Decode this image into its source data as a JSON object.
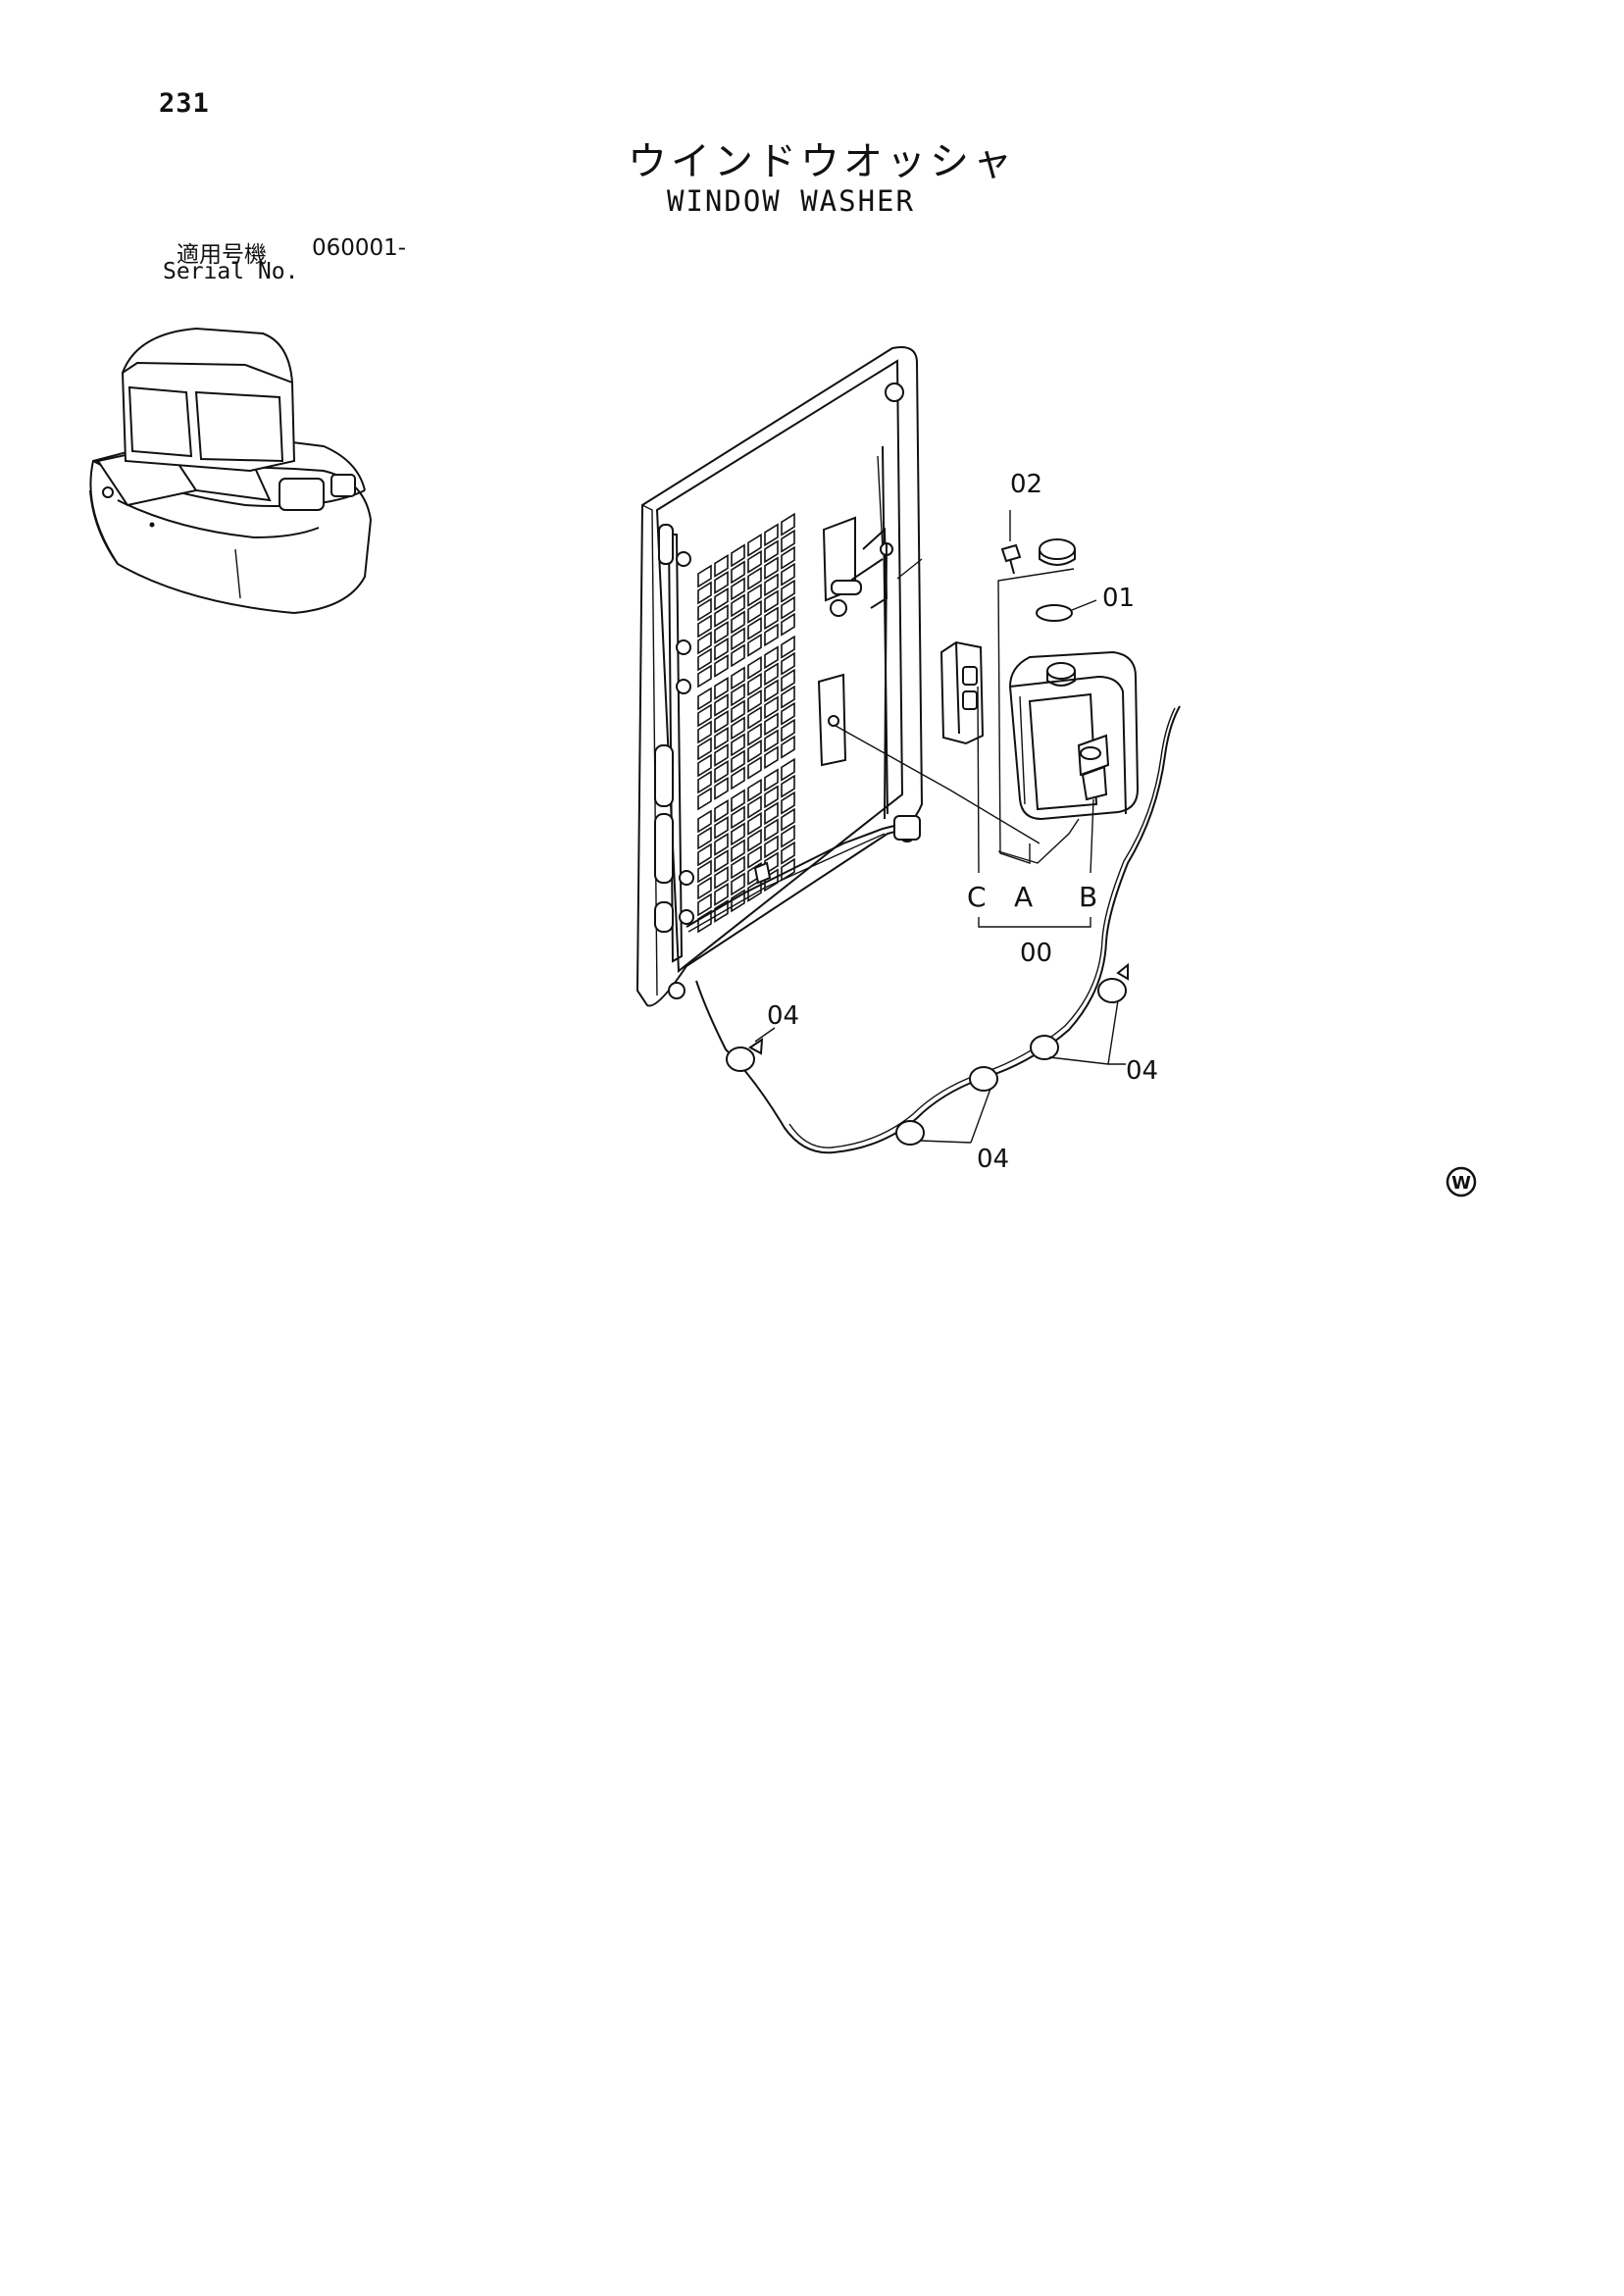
{
  "page": {
    "number": "231",
    "title_ja": "ウインドウオッシャ",
    "title_en": "WINDOW WASHER"
  },
  "serial": {
    "label_ja": "適用号機",
    "value": "060001-",
    "label_en": "Serial No."
  },
  "diagram": {
    "callouts": {
      "part_02": "02",
      "part_01": "01",
      "part_00": "00",
      "part_04_left": "04",
      "part_04_right": "04",
      "part_04_bottom": "04",
      "ref_c": "C",
      "ref_a": "A",
      "ref_b": "B"
    },
    "corner_mark": "W"
  }
}
